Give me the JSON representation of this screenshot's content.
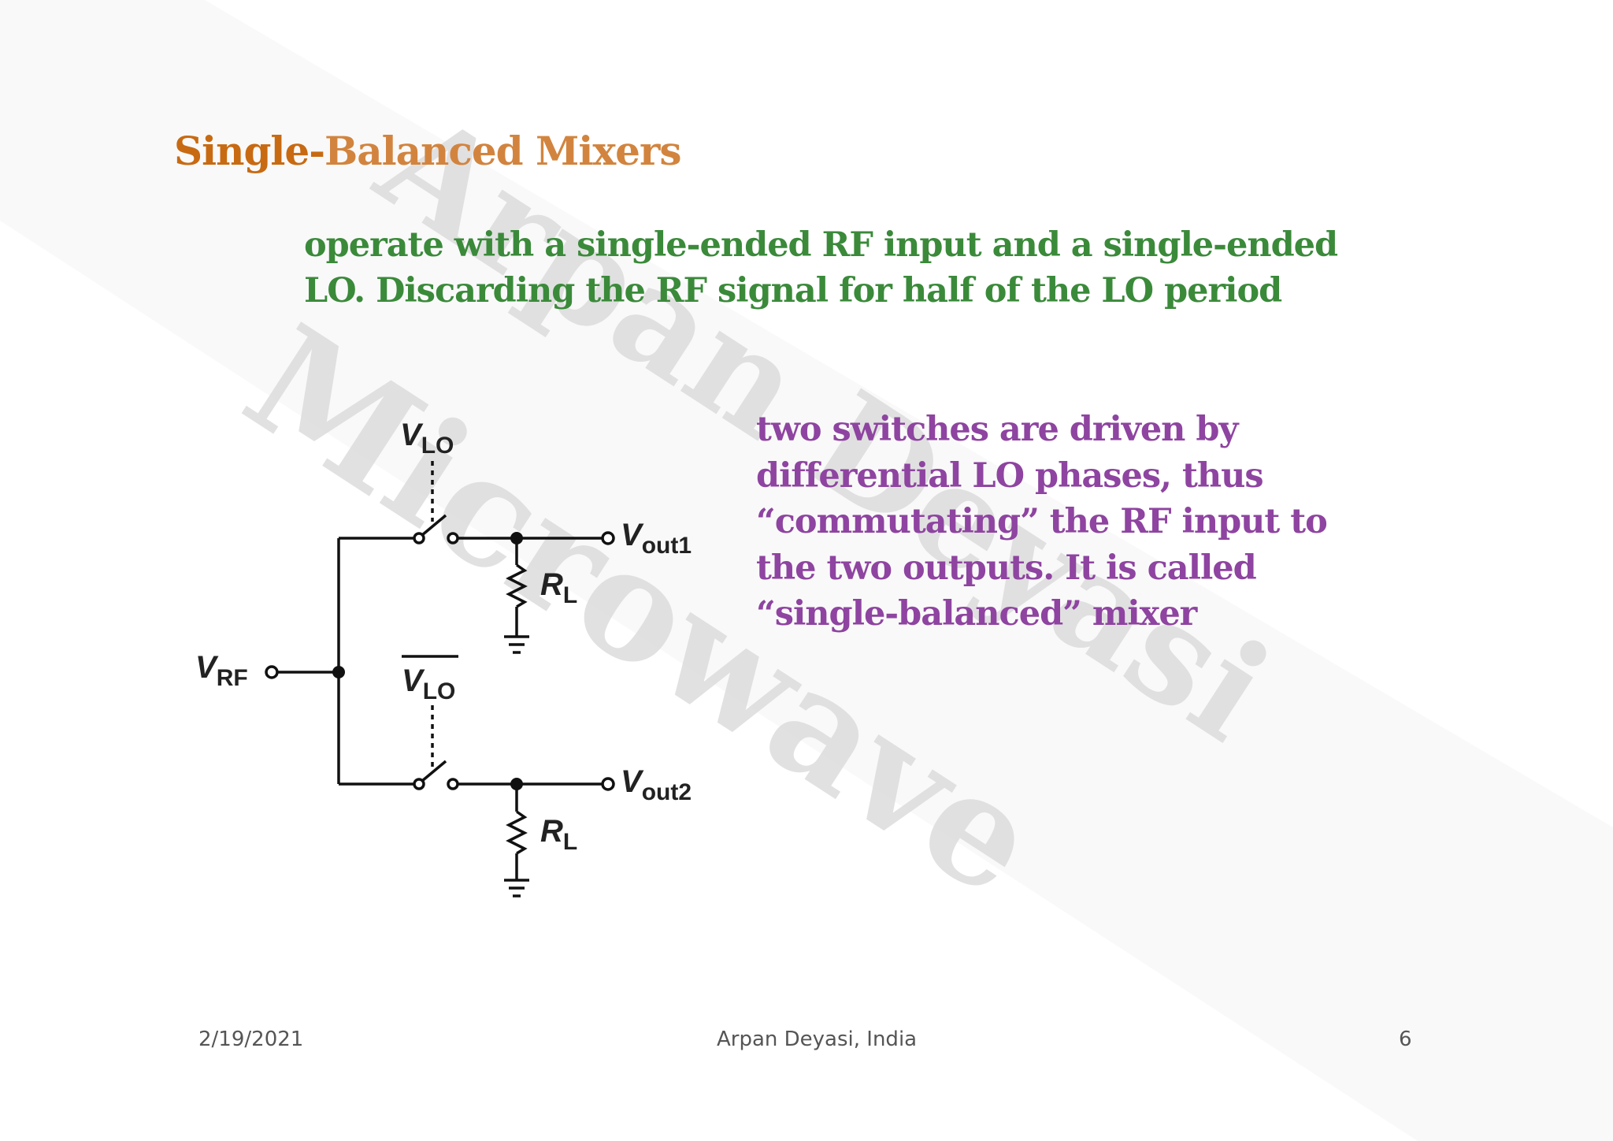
{
  "slide": {
    "title_part1": "Single-",
    "title_part2": "Balanced Mixers",
    "intro_lines": [
      "operate with a single-ended RF input and a single-ended",
      "LO. Discarding the RF signal for half of the LO period"
    ],
    "description_lines": [
      "two switches are driven by",
      "differential LO phases, thus",
      "“commutating” the RF input to",
      "the two outputs. It is called",
      "“single-balanced” mixer"
    ]
  },
  "circuit": {
    "vlo_label": "V",
    "vlo_sub": "LO",
    "vlo_bar_label": "V",
    "vlo_bar_sub": "LO",
    "vrf_label": "V",
    "vrf_sub": "RF",
    "vout1_label": "V",
    "vout1_sub": "out1",
    "vout2_label": "V",
    "vout2_sub": "out2",
    "rl1_label": "R",
    "rl1_sub": "L",
    "rl2_label": "R",
    "rl2_sub": "L"
  },
  "watermark": {
    "line1": "Arpan Deyasi",
    "line2": "Microwave"
  },
  "footer": {
    "date": "2/19/2021",
    "author": "Arpan Deyasi, India",
    "page": "6"
  },
  "colors": {
    "title_orange": "#d2843e",
    "intro_green": "#3a8a3a",
    "desc_purple": "#8e44a0",
    "watermark_gray": "#d9d9d9"
  }
}
